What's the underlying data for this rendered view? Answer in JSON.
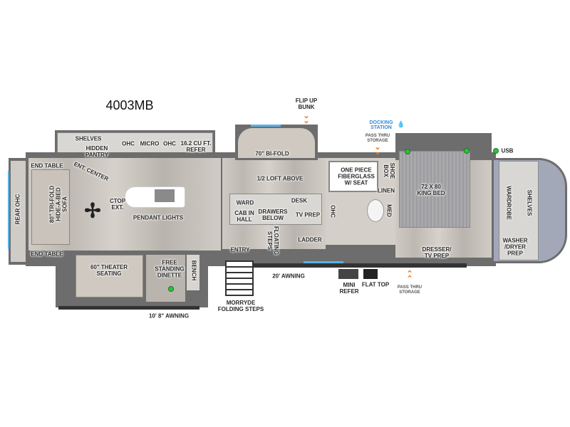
{
  "model": "4003MB",
  "colors": {
    "wall": "#6d6d6d",
    "window": "#5ab0e6",
    "arrow": "#f07a22",
    "usb_dot": "#2fc13a",
    "docking": "#2f8ad8"
  },
  "labels": {
    "shelves_kitchen": "SHELVES",
    "hidden_pantry": "HIDDEN\nPANTRY",
    "ohc_1": "OHC",
    "micro": "MICRO",
    "ohc_2": "OHC",
    "refer": "16.2 CU FT.\nREFER",
    "ent_center": "ENT. CENTER",
    "end_table_top": "END TABLE",
    "sofa": "80\" TRI-FOLD\nHIDE-A-BED\nSOFA",
    "rear_ohc": "REAR OHC",
    "ctop_ext": "CTOP\nEXT.",
    "pendant_lights": "PENDANT LIGHTS",
    "end_table_bottom": "END TABLE",
    "theater_seating": "60\" THEATER\nSEATING",
    "dinette": "FREE\nSTANDING\nDINETTE",
    "bench": "BENCH",
    "awning_rear": "10' 8\" AWNING",
    "flip_up_bunk": "FLIP UP\nBUNK",
    "bi_fold": "70\" BI-FOLD",
    "loft_above": "1/2 LOFT ABOVE",
    "ward": "WARD",
    "cab_in_hall": "CAB IN\nHALL",
    "drawers_below": "DRAWERS\nBELOW",
    "desk": "DESK",
    "tv_prep": "TV PREP",
    "floating_steps": "FLOATING\nSTEPS",
    "entry": "ENTRY",
    "ladder": "LADDER",
    "awning_main": "20' AWNING",
    "folding_steps": "MORRYDE\nFOLDING STEPS",
    "mini_refer": "MINI\nREFER",
    "flat_top": "FLAT TOP",
    "docking_station": "DOCKING\nSTATION",
    "pass_thru_top": "PASS THRU\nSTORAGE",
    "shower": "ONE PIECE\nFIBERGLASS\nW/ SEAT",
    "shoe_box": "SHOE\nBOX",
    "linen": "LINEN",
    "ohc_bath": "OHC",
    "med": "MED",
    "king_bed": "72 X 80\nKING BED",
    "dresser": "DRESSER/\nTV PREP",
    "pass_thru_bottom": "PASS THRU\nSTORAGE",
    "usb": "USB",
    "wardrobe": "WARDROBE",
    "shelves_front": "SHELVES",
    "washer_dryer": "WASHER\n/DRYER\nPREP"
  }
}
